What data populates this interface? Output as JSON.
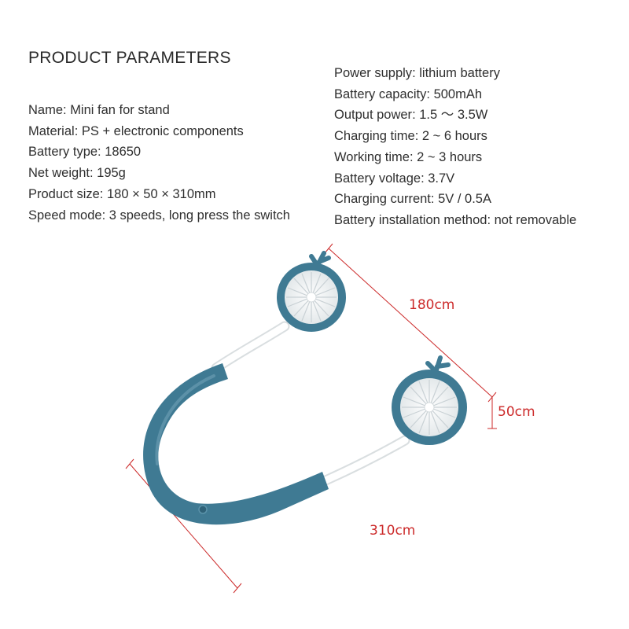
{
  "heading": "PRODUCT PARAMETERS",
  "left_specs": [
    {
      "label": "Name",
      "value": "Mini fan for stand"
    },
    {
      "label": "Material",
      "value": "PS + electronic components"
    },
    {
      "label": "Battery type",
      "value": "18650"
    },
    {
      "label": "Net weight",
      "value": "195g"
    },
    {
      "label": "Product size",
      "value": "180 × 50 × 310mm"
    },
    {
      "label": "Speed mode",
      "value": "3 speeds, long press the switch"
    }
  ],
  "right_specs": [
    {
      "label": "Power supply",
      "value": "lithium battery"
    },
    {
      "label": "Battery capacity",
      "value": "500mAh"
    },
    {
      "label": "Output power",
      "value": "1.5 ～ 3.5W"
    },
    {
      "label": "Charging time",
      "value": "2 ~ 6 hours"
    },
    {
      "label": "Working time",
      "value": "2 ~ 3 hours"
    },
    {
      "label": "Battery voltage",
      "value": "3.7V"
    },
    {
      "label": "Charging current",
      "value": "5V / 0.5A"
    },
    {
      "label": "Battery installation method",
      "value": "not removable"
    }
  ],
  "dimensions": {
    "width": "180cm",
    "height": "50cm",
    "length": "310cm"
  },
  "colors": {
    "fan_body": "#3f7a93",
    "fan_blades": "#f4f6f7",
    "neck_rod": "#ffffff",
    "dimension_lines": "#cc2a2a"
  }
}
